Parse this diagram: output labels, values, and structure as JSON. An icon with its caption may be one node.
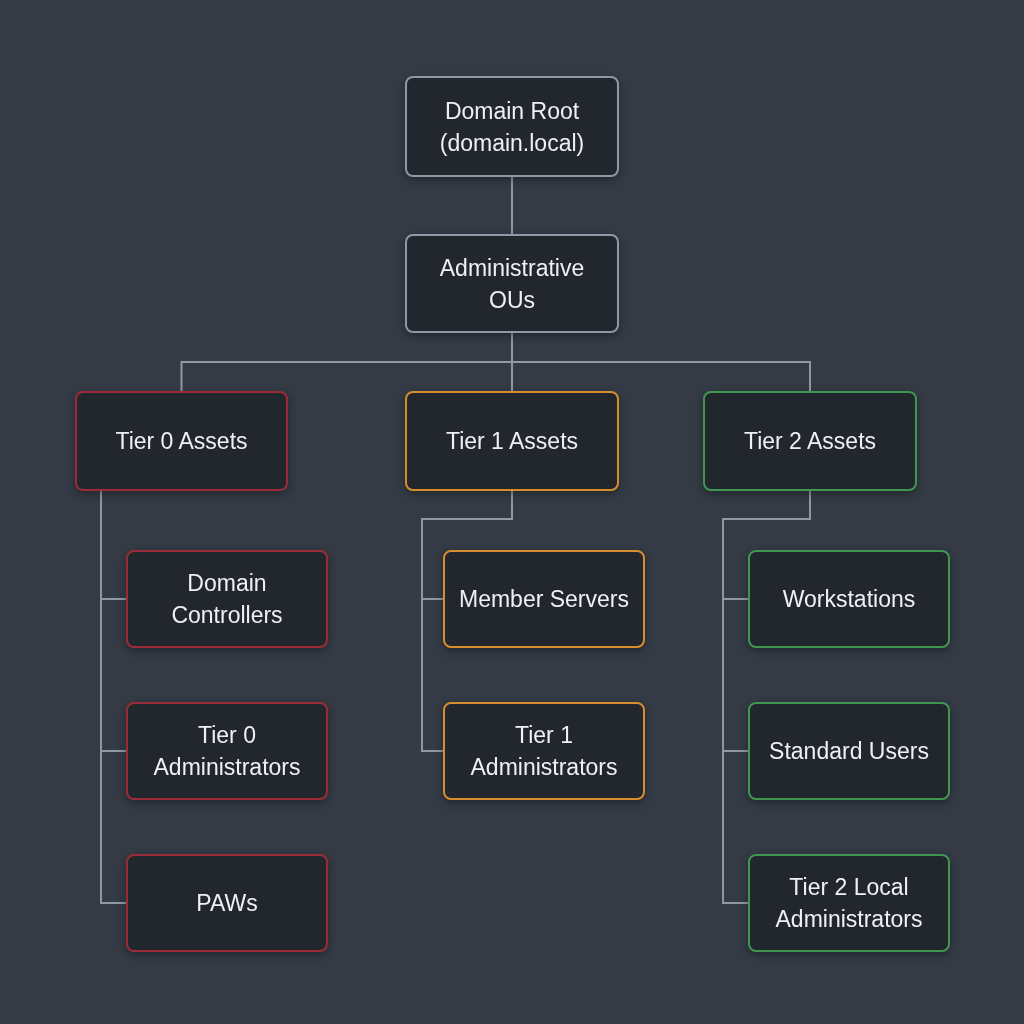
{
  "diagram": {
    "nodes": [
      {
        "text": [
          "Domain Root (domain.local)"
        ]
      },
      {
        "text": [
          "Administrative OUs"
        ]
      },
      {
        "text": [
          "Tier 0 Assets"
        ]
      },
      {
        "text": [
          "Tier 1 Assets"
        ]
      },
      {
        "text": [
          "Tier 2 Assets"
        ]
      },
      {
        "text": [
          "Domain Controllers"
        ]
      },
      {
        "text": [
          "Tier 0 Administrators"
        ]
      },
      {
        "text": [
          "PAWs"
        ]
      },
      {
        "text": [
          "Member Servers"
        ]
      },
      {
        "text": [
          "Tier 1 Administrators"
        ]
      },
      {
        "text": [
          "Workstations"
        ]
      },
      {
        "text": [
          "Standard Users"
        ]
      },
      {
        "text": [
          "Tier 2 Local Administrators"
        ]
      }
    ],
    "edges": [
      {
        "from": 0,
        "to": 1,
        "arrow": "none"
      },
      {
        "from": 1,
        "to": 2,
        "arrow": "none"
      },
      {
        "from": 1,
        "to": 3,
        "arrow": "none"
      },
      {
        "from": 1,
        "to": 4,
        "arrow": "none"
      },
      {
        "from": 2,
        "to": 5,
        "arrow": "none"
      },
      {
        "from": 2,
        "to": 6,
        "arrow": "none"
      },
      {
        "from": 2,
        "to": 7,
        "arrow": "none"
      },
      {
        "from": 3,
        "to": 8,
        "arrow": "none"
      },
      {
        "from": 3,
        "to": 9,
        "arrow": "none"
      },
      {
        "from": 4,
        "to": 10,
        "arrow": "none"
      },
      {
        "from": 4,
        "to": 11,
        "arrow": "none"
      },
      {
        "from": 4,
        "to": 12,
        "arrow": "none"
      }
    ]
  }
}
